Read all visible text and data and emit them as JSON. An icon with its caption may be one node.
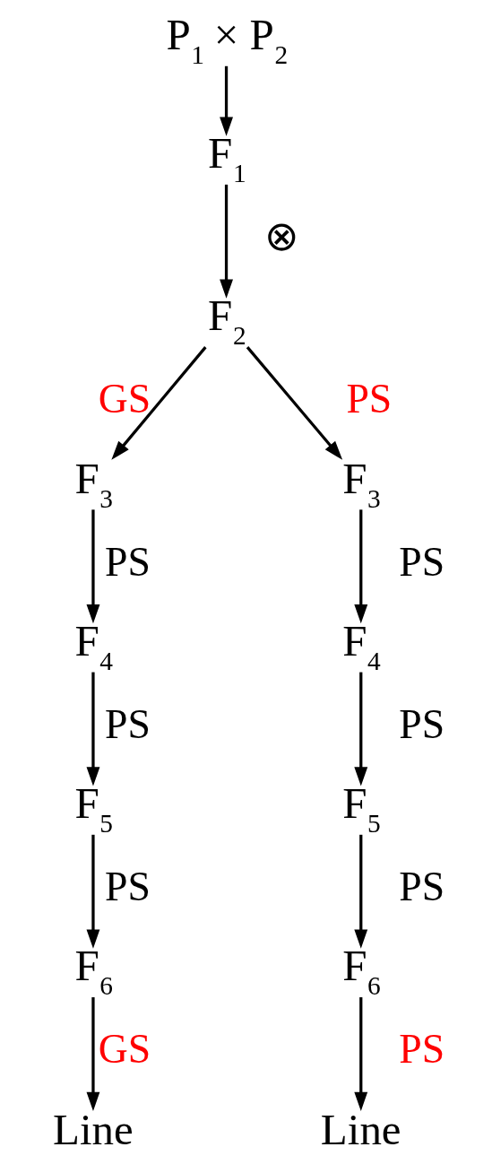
{
  "diagram": {
    "nodes": [
      {
        "text": [
          "P$_{1}$ × P$_{2}$"
        ]
      },
      {
        "text": [
          "F$_{1}$"
        ]
      },
      {
        "text": [
          "F$_{2}$"
        ]
      },
      {
        "text": [
          "F$_{3}$"
        ]
      },
      {
        "text": [
          "F$_{3}$"
        ]
      },
      {
        "text": [
          "F$_{4}$"
        ]
      },
      {
        "text": [
          "F$_{4}$"
        ]
      },
      {
        "text": [
          "F$_{5}$"
        ]
      },
      {
        "text": [
          "F$_{5}$"
        ]
      },
      {
        "text": [
          "F$_{6}$"
        ]
      },
      {
        "text": [
          "F$_{6}$"
        ]
      },
      {
        "text": [
          "Line"
        ]
      },
      {
        "text": [
          "Line"
        ]
      }
    ],
    "edges": [
      {
        "from": 0,
        "to": 1,
        "arrow": "to"
      },
      {
        "from": 1,
        "to": 2,
        "arrow": "to",
        "label": "⊗"
      },
      {
        "from": 2,
        "to": 3,
        "arrow": "to",
        "label": "GS"
      },
      {
        "from": 2,
        "to": 4,
        "arrow": "to",
        "label": "PS"
      },
      {
        "from": 3,
        "to": 5,
        "arrow": "to",
        "label": "PS"
      },
      {
        "from": 5,
        "to": 7,
        "arrow": "to",
        "label": "PS"
      },
      {
        "from": 7,
        "to": 9,
        "arrow": "to",
        "label": "PS"
      },
      {
        "from": 9,
        "to": 11,
        "arrow": "to",
        "label": "GS"
      },
      {
        "from": 4,
        "to": 6,
        "arrow": "to",
        "label": "PS"
      },
      {
        "from": 6,
        "to": 8,
        "arrow": "to",
        "label": "PS"
      },
      {
        "from": 8,
        "to": 10,
        "arrow": "to",
        "label": "PS"
      },
      {
        "from": 10,
        "to": 12,
        "arrow": "to",
        "label": "PS"
      }
    ]
  }
}
